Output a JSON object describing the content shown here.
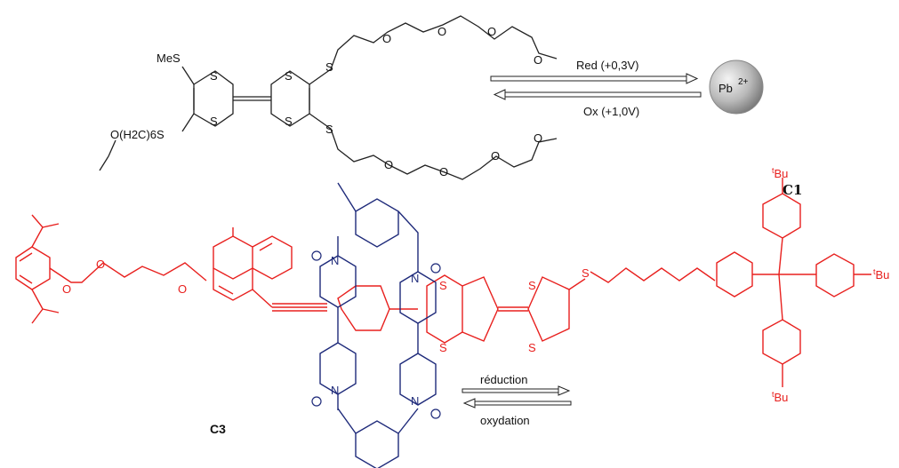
{
  "top_molecule": {
    "mes_label": "MeS",
    "chain_label": "O(H2C)6S",
    "s_label": "S",
    "o_label": "O",
    "red_label": "Red (+0,3V)",
    "ox_label": "Ox (+1,0V)",
    "ion_label": "Pb",
    "ion_charge": "2+",
    "compound_label": "C1"
  },
  "bottom_molecule": {
    "compound_label": "C3",
    "reduction_label": "réduction",
    "oxidation_label": "oxydation",
    "n_label": "N",
    "tbu_label": "Bu",
    "tbu_prefix": "t",
    "tbu_cut_label": "Bu"
  },
  "colors": {
    "ink": "#222222",
    "axle": "#e8201e",
    "ring": "#1e2a7a",
    "sphere": "#b9b9b9"
  }
}
